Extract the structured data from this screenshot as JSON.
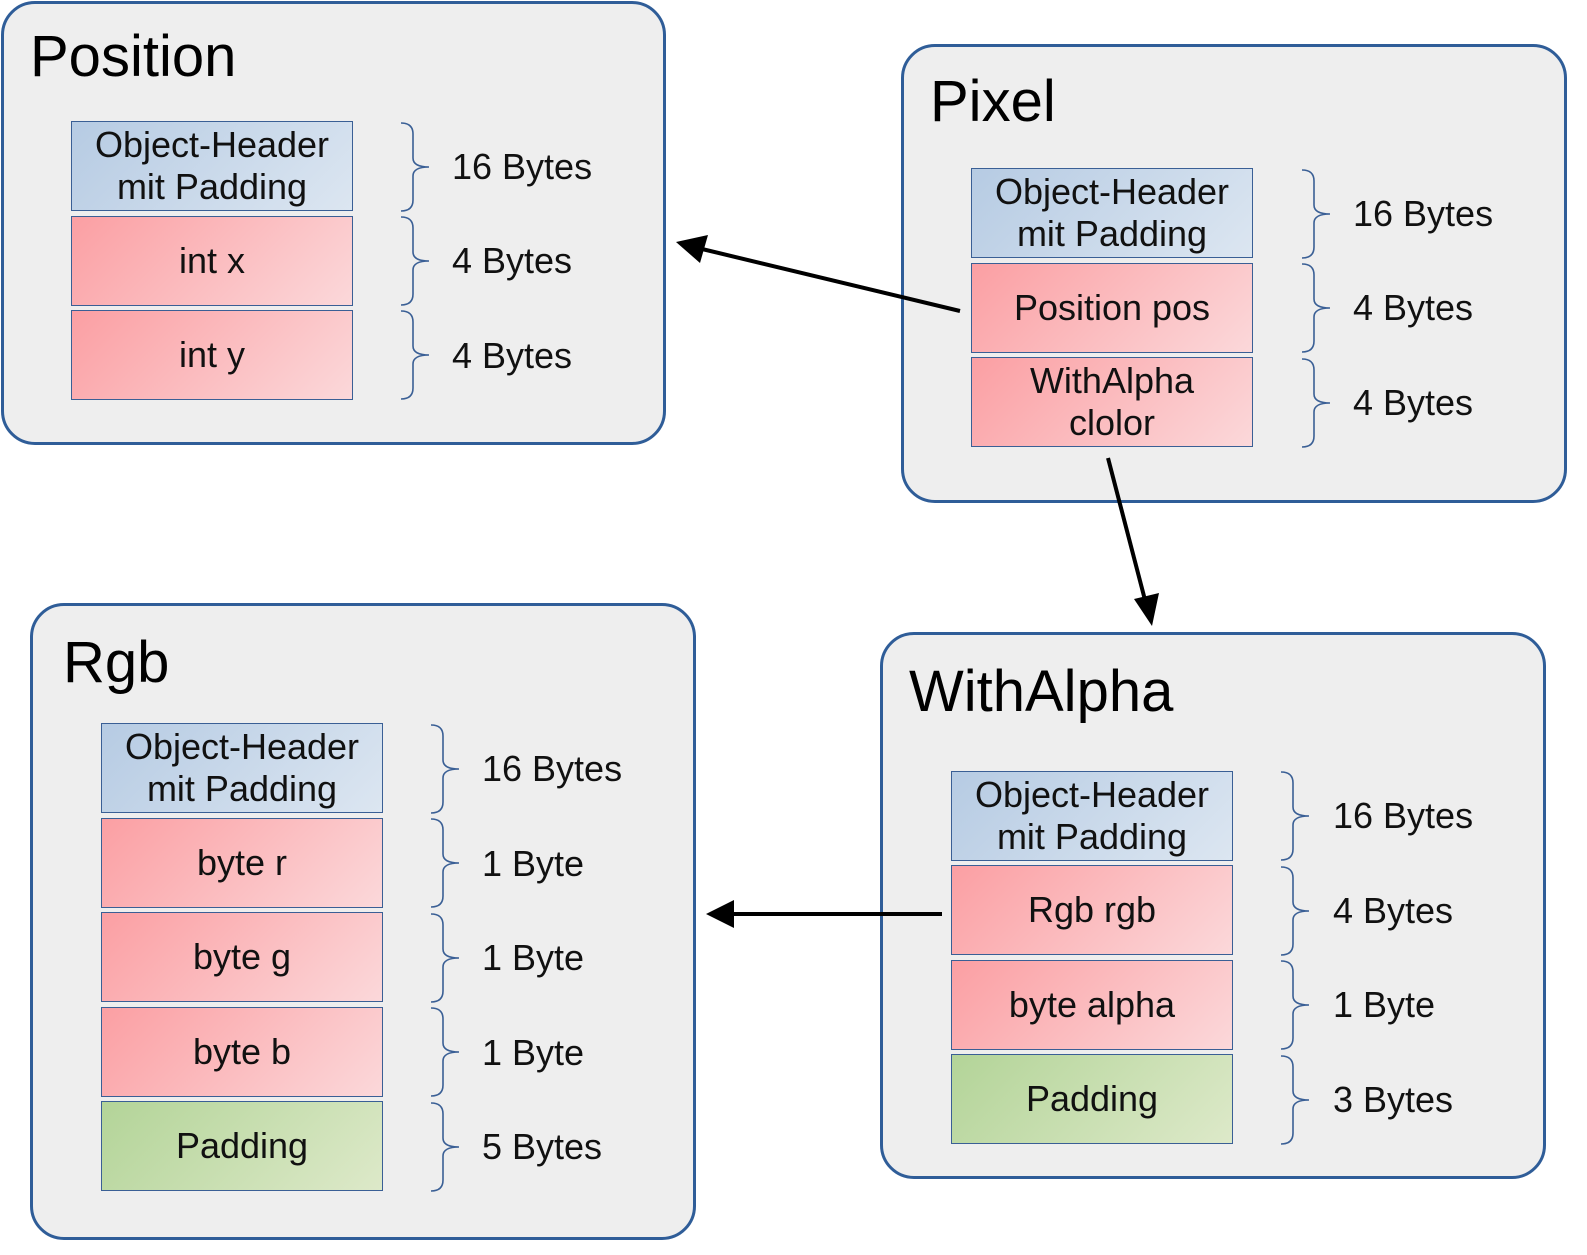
{
  "position": {
    "title": "Position",
    "fields": [
      {
        "label": "Object-Header mit Padding",
        "kind": "header",
        "size": "16 Bytes"
      },
      {
        "label": "int x",
        "kind": "field",
        "size": "4 Bytes"
      },
      {
        "label": "int y",
        "kind": "field",
        "size": "4 Bytes"
      }
    ]
  },
  "pixel": {
    "title": "Pixel",
    "fields": [
      {
        "label": "Object-Header mit Padding",
        "kind": "header",
        "size": "16 Bytes"
      },
      {
        "label": "Position pos",
        "kind": "field",
        "size": "4 Bytes"
      },
      {
        "label": "WithAlpha clolor",
        "kind": "field",
        "size": "4 Bytes"
      }
    ]
  },
  "rgb": {
    "title": "Rgb",
    "fields": [
      {
        "label": "Object-Header mit Padding",
        "kind": "header",
        "size": "16 Bytes"
      },
      {
        "label": "byte r",
        "kind": "field",
        "size": "1 Byte"
      },
      {
        "label": "byte g",
        "kind": "field",
        "size": "1 Byte"
      },
      {
        "label": "byte b",
        "kind": "field",
        "size": "1 Byte"
      },
      {
        "label": "Padding",
        "kind": "padding",
        "size": "5 Bytes"
      }
    ]
  },
  "withalpha": {
    "title": "WithAlpha",
    "fields": [
      {
        "label": "Object-Header mit Padding",
        "kind": "header",
        "size": "16 Bytes"
      },
      {
        "label": "Rgb rgb",
        "kind": "field",
        "size": "4 Bytes"
      },
      {
        "label": "byte alpha",
        "kind": "field",
        "size": "1 Byte"
      },
      {
        "label": "Padding",
        "kind": "padding",
        "size": "3 Bytes"
      }
    ]
  },
  "colors": {
    "panel_border": "#2f5d98",
    "panel_fill": "#eeeeee",
    "header_fill": "#c9d8ea",
    "field_fill": "#fbb9bc",
    "padding_fill": "#c9dfb2",
    "arrow": "#000000"
  }
}
